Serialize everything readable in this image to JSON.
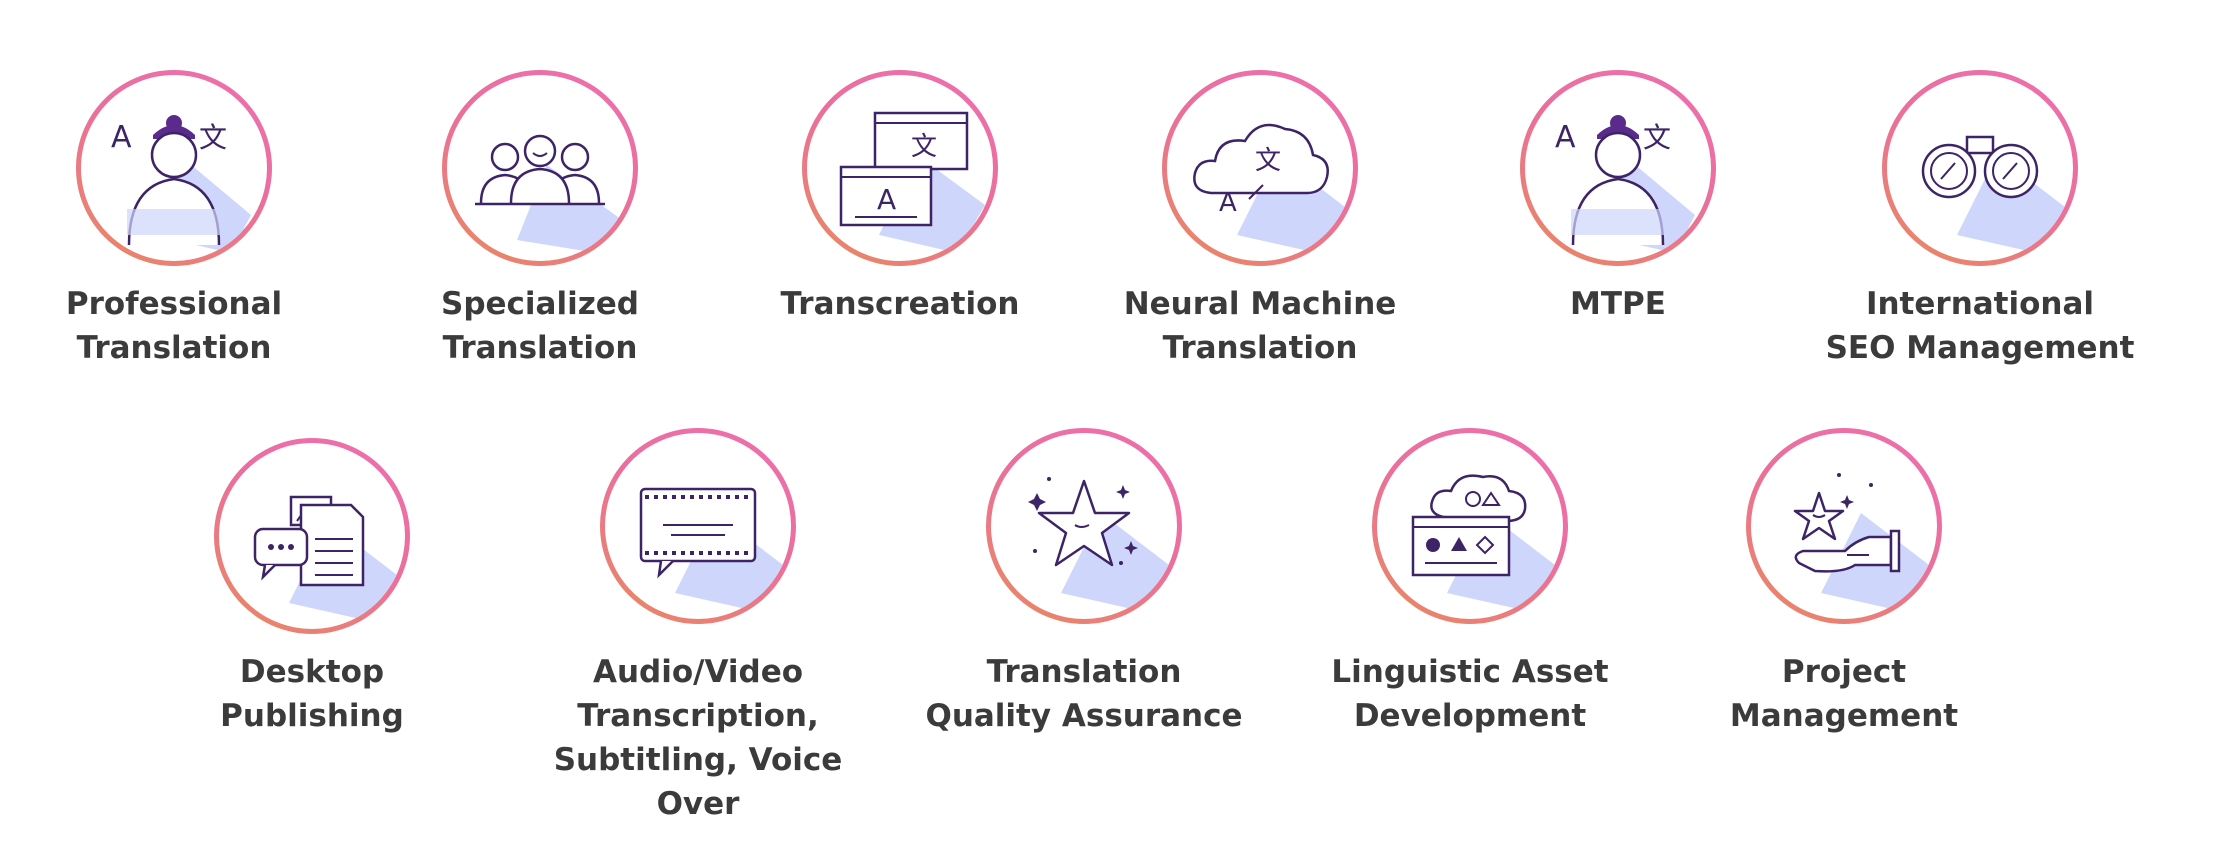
{
  "colors": {
    "ring_start": "#e98a5e",
    "ring_end": "#ee6fb0",
    "icon_stroke": "#3d2466",
    "icon_accent": "#5a2b8c",
    "shadow_fill": "#cfd6fb",
    "label_text": "#3b3b3b"
  },
  "services": [
    {
      "id": "professional-translation",
      "icon": "translator-person-icon",
      "label": "Professional\nTranslation"
    },
    {
      "id": "specialized-translation",
      "icon": "team-group-icon",
      "label": "Specialized\nTranslation"
    },
    {
      "id": "transcreation",
      "icon": "dual-window-translate-icon",
      "label": "Transcreation"
    },
    {
      "id": "neural-machine-translation",
      "icon": "cloud-translate-icon",
      "label": "Neural Machine\nTranslation"
    },
    {
      "id": "mtpe",
      "icon": "translator-person-icon",
      "label": "MTPE"
    },
    {
      "id": "international-seo-management",
      "icon": "binoculars-icon",
      "label": "International\nSEO Management"
    },
    {
      "id": "desktop-publishing",
      "icon": "document-chat-icon",
      "label": "Desktop\nPublishing"
    },
    {
      "id": "audio-video-transcription",
      "icon": "subtitle-screen-icon",
      "label": "Audio/Video\nTranscription,\nSubtitling, Voice\nOver"
    },
    {
      "id": "translation-quality-assurance",
      "icon": "star-sparkle-icon",
      "label": "Translation\nQuality Assurance"
    },
    {
      "id": "linguistic-asset-development",
      "icon": "cloud-shapes-window-icon",
      "label": "Linguistic Asset\nDevelopment"
    },
    {
      "id": "project-management",
      "icon": "hand-star-icon",
      "label": "Project\nManagement"
    }
  ],
  "glyphs": {
    "latin": "A",
    "cjk": "文"
  }
}
